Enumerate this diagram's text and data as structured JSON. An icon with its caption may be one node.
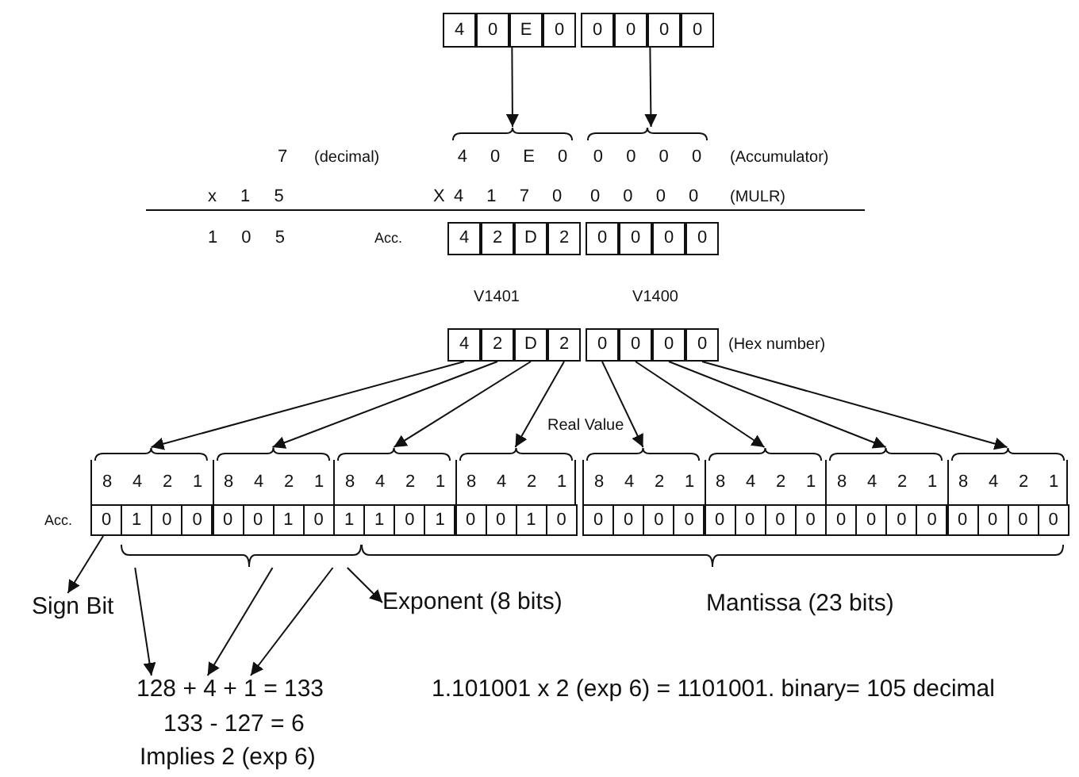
{
  "diagram": {
    "nodes": [
      {
        "text": [
          "4",
          "0",
          "E",
          "0"
        ]
      },
      {
        "text": [
          "0",
          "0",
          "0",
          "0"
        ]
      },
      {
        "text": [
          "4 0 E 0"
        ]
      },
      {
        "text": [
          "0 0 0 0"
        ]
      },
      {
        "text": [
          "4",
          "2",
          "D",
          "2"
        ]
      },
      {
        "text": [
          "0",
          "0",
          "0",
          "0"
        ]
      },
      {
        "text": [],
        "shape": "box",
        "beside": [
          "V1401"
        ]
      },
      {
        "text": [
          "4"
        ],
        "in": 6
      },
      {
        "text": [
          "2"
        ],
        "in": 6
      },
      {
        "text": [
          "D"
        ],
        "in": 6
      },
      {
        "text": [
          "2"
        ],
        "in": 6
      },
      {
        "text": [],
        "shape": "box",
        "beside": [
          "V1400"
        ]
      },
      {
        "text": [
          "0"
        ],
        "in": 11
      },
      {
        "text": [
          "0"
        ],
        "in": 11
      },
      {
        "text": [
          "0"
        ],
        "in": 11
      },
      {
        "text": [
          "0"
        ],
        "in": 11
      },
      {
        "text": [
          "8",
          "4",
          "2",
          "1",
          "0",
          "1",
          "0",
          "0"
        ]
      },
      {
        "text": [
          "8",
          "4",
          "2",
          "1",
          "0",
          "0",
          "1",
          "0"
        ]
      },
      {
        "text": [
          "8",
          "4",
          "2",
          "1",
          "1",
          "1",
          "0",
          "1"
        ]
      },
      {
        "text": [
          "8",
          "4",
          "2",
          "1",
          "0",
          "0",
          "1",
          "0"
        ]
      },
      {
        "text": [
          "8",
          "4",
          "2",
          "1",
          "0",
          "0",
          "0",
          "0"
        ]
      },
      {
        "text": [
          "8",
          "4",
          "2",
          "1",
          "0",
          "0",
          "0",
          "0"
        ]
      },
      {
        "text": [
          "8",
          "4",
          "2",
          "1",
          "0",
          "0",
          "0",
          "0"
        ]
      },
      {
        "text": [
          "8",
          "4",
          "2",
          "1",
          "0",
          "0",
          "0",
          "0"
        ]
      },
      {
        "text": [
          "Sign Bit"
        ]
      },
      {
        "text": [],
        "shape": "brace"
      },
      {
        "text": [
          "Exponent (8 bits)"
        ]
      },
      {
        "text": [
          "128 + 4 + 1 = 133"
        ]
      }
    ],
    "edges": [
      {
        "from": 0,
        "to": 2,
        "arrow": "to"
      },
      {
        "from": 1,
        "to": 3,
        "arrow": "to"
      },
      {
        "from": 7,
        "to": 16,
        "arrow": "to"
      },
      {
        "from": 8,
        "to": 17,
        "arrow": "to"
      },
      {
        "from": 9,
        "to": 18,
        "arrow": "to"
      },
      {
        "from": 10,
        "to": 19,
        "arrow": "to"
      },
      {
        "from": 12,
        "to": 20,
        "arrow": "to"
      },
      {
        "from": 13,
        "to": 21,
        "arrow": "to"
      },
      {
        "from": 14,
        "to": 22,
        "arrow": "to"
      },
      {
        "from": 15,
        "to": 23,
        "arrow": "to"
      },
      {
        "from": 16,
        "to": 24,
        "arrow": "to"
      },
      {
        "from": 25,
        "to": 26,
        "arrow": "to"
      },
      {
        "from": 25,
        "to": 27,
        "arrow": "to"
      },
      {
        "from": 25,
        "to": 27,
        "arrow": "to"
      },
      {
        "from": 25,
        "to": 27,
        "arrow": "to"
      }
    ],
    "labels": [
      "7",
      "(decimal)",
      "(Accumulator)",
      "x 1 5",
      "X",
      "4 1 7 0",
      "0 0 0 0",
      "(MULR)",
      "1 0 5",
      "Acc.",
      "(Hex number)",
      "Real Value",
      "Acc.",
      "Mantissa (23 bits)",
      "133 - 127 = 6",
      "Implies 2 (exp 6)",
      "1.101001 x 2 (exp 6) = 1101001. binary= 105 decimal"
    ]
  }
}
